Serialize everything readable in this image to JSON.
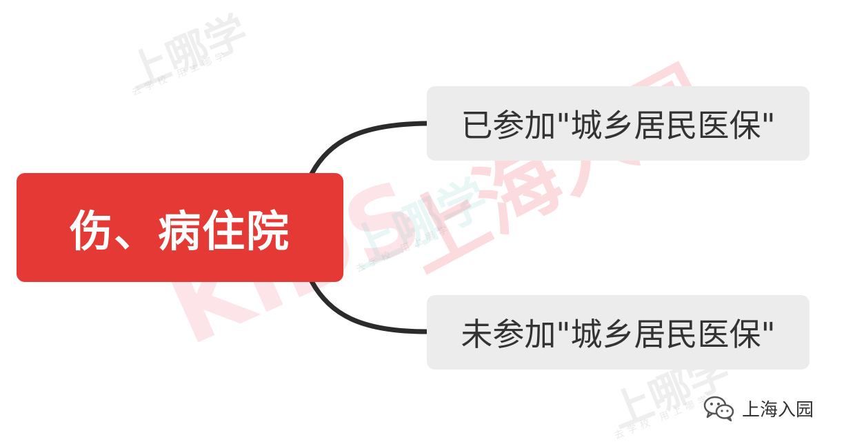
{
  "mindmap": {
    "root": {
      "label": "伤、病住院"
    },
    "branches": [
      {
        "label": "已参加\"城乡居民医保\""
      },
      {
        "label": "未参加\"城乡居民医保\""
      }
    ]
  },
  "watermarks": {
    "brand_small": "上哪学",
    "brand_small_sub": "去学校 用上哪学",
    "brand_large": "上海入园",
    "brand_kids": "KIDS"
  },
  "source": {
    "icon": "wechat-icon",
    "label": "上海入园"
  },
  "colors": {
    "root_fill": "#e53935",
    "branch_fill": "#ececec",
    "connector": "#2b2b2b",
    "branch_text": "#333333"
  }
}
